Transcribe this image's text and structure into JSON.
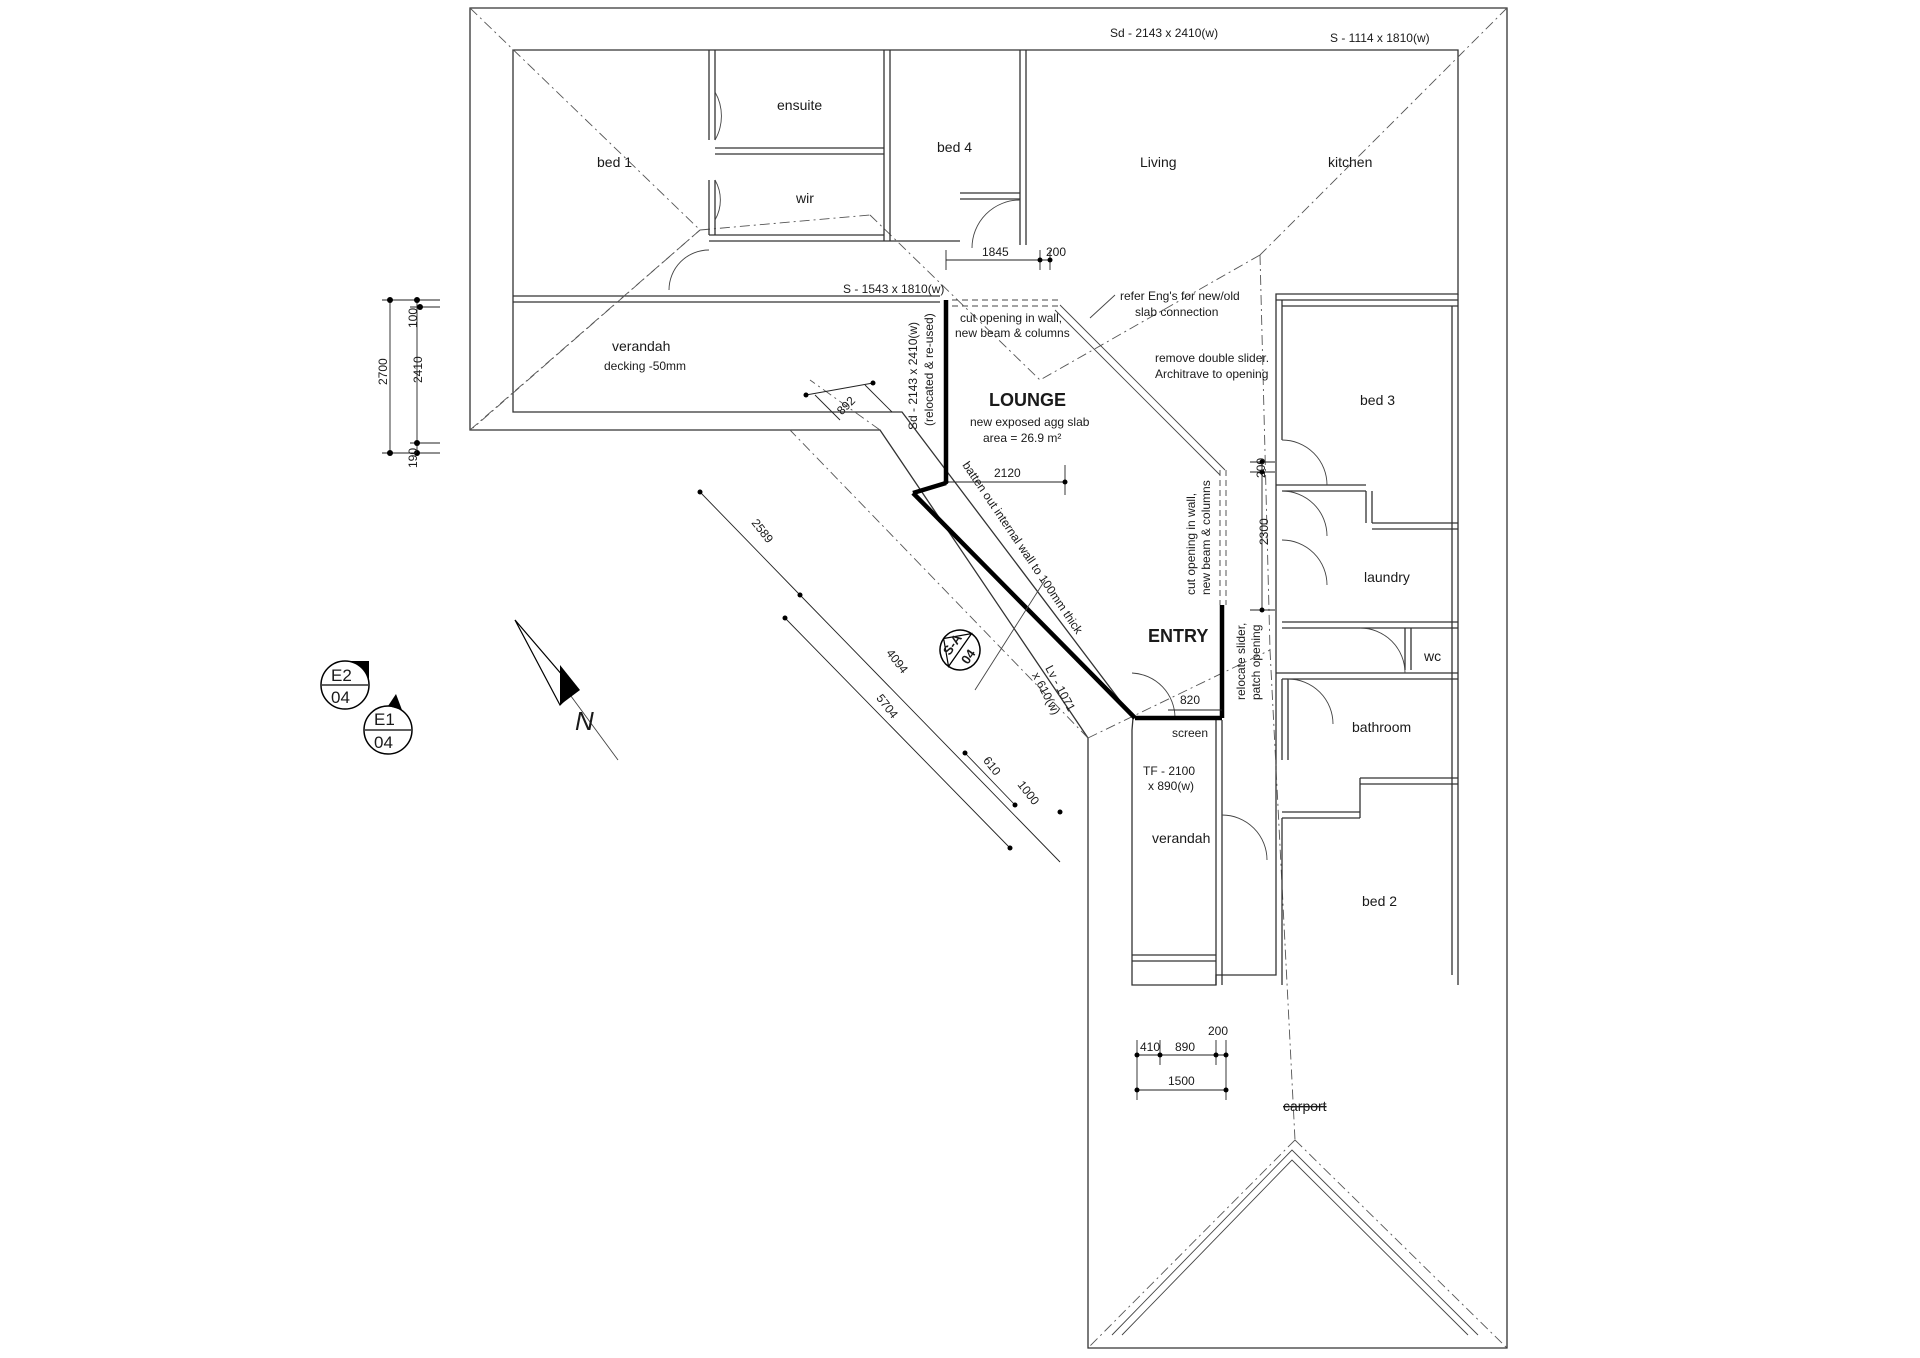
{
  "rooms": {
    "ensuite": "ensuite",
    "bed1": "bed 1",
    "bed4": "bed 4",
    "wir": "wir",
    "living": "Living",
    "kitchen": "kitchen",
    "verandah_top": "verandah",
    "verandah_top_note": "decking -50mm",
    "lounge": "LOUNGE",
    "lounge_note1": "new exposed agg slab",
    "lounge_note2": "area = 26.9 m²",
    "bed3": "bed 3",
    "laundry": "laundry",
    "wc": "wc",
    "entry": "ENTRY",
    "bathroom": "bathroom",
    "screen": "screen",
    "verandah_bottom": "verandah",
    "bed2": "bed 2",
    "carport": "carport"
  },
  "windows": {
    "top_sd": "Sd - 2143 x 2410(w)",
    "top_s": "S - 1114 x 1810(w)",
    "s_1543": "S - 1543 x 1810(w)",
    "sd_relocated": "Sd - 2143 x 2410(w)",
    "sd_relocated_note": "(relocated & re-used)",
    "lv_1": "Lv - 1071",
    "lv_2": "x 610(w)",
    "tf_1": "TF - 2100",
    "tf_2": "x 890(w)"
  },
  "notes": {
    "cut_opening_top_1": "cut opening in wall,",
    "cut_opening_top_2": "new beam & columns",
    "refer_eng_1": "refer Eng's for new/old",
    "refer_eng_2": "slab connection",
    "remove_slider_1": "remove double slider.",
    "remove_slider_2": "Architrave to opening",
    "batten_out": "batten out internal wall to 100mm thick",
    "cut_opening_right_1": "cut opening in wall,",
    "cut_opening_right_2": "new beam & columns",
    "relocate_slider_1": "relocate slider,",
    "relocate_slider_2": "patch opening"
  },
  "dimensions": {
    "d1845": "1845",
    "d200_top": "200",
    "d892": "892",
    "d2120": "2120",
    "d200_right": "200",
    "d2300": "2300",
    "d820": "820",
    "d2589": "2589",
    "d4094": "4094",
    "d5704": "5704",
    "d610": "610",
    "d1000": "1000",
    "d2700": "2700",
    "d100": "100",
    "d2410": "2410",
    "d190": "190",
    "d410": "410",
    "d890": "890",
    "d200_bottom": "200",
    "d1500": "1500"
  },
  "markers": {
    "e2_top": "E2",
    "e2_bottom": "04",
    "e1_top": "E1",
    "e1_bottom": "04",
    "sa_top": "S-A",
    "sa_bottom": "04"
  },
  "north_label": "N"
}
